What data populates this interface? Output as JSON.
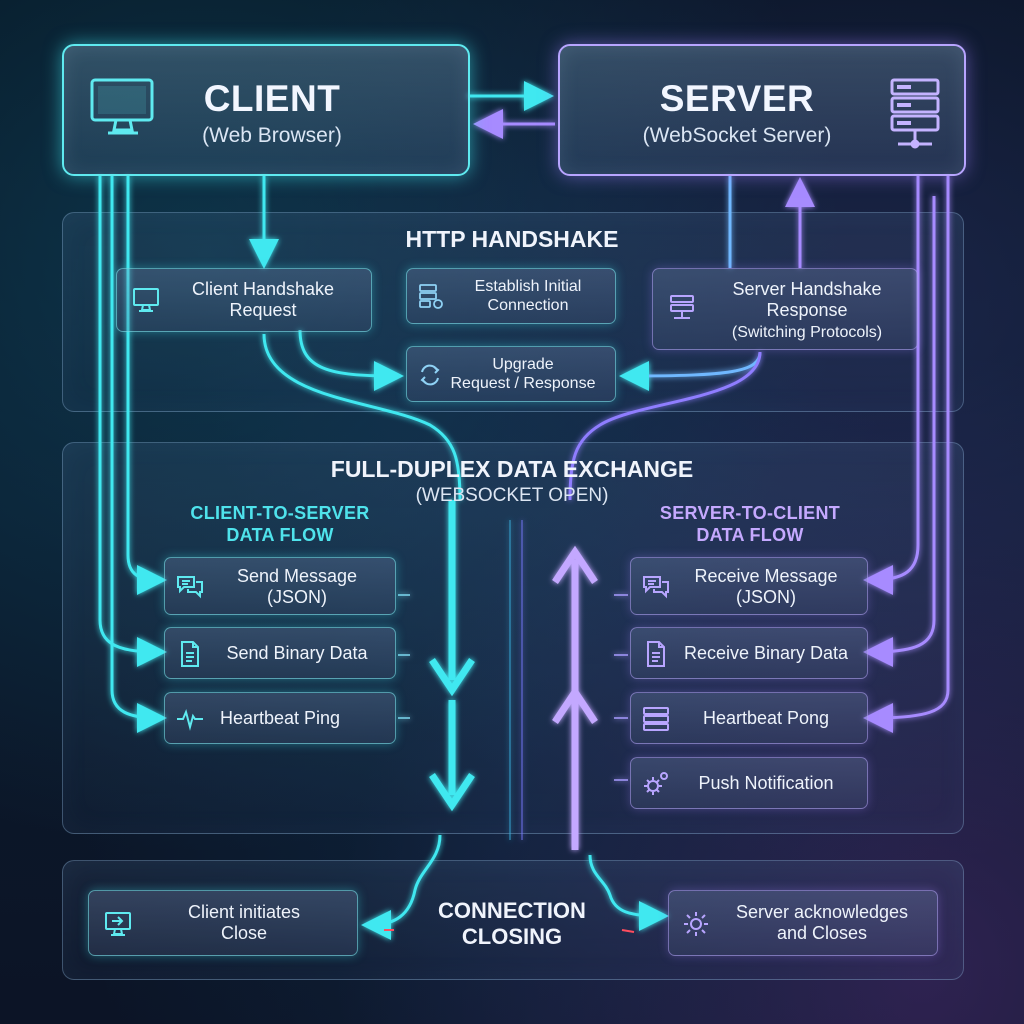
{
  "client": {
    "title": "CLIENT",
    "subtitle": "(Web Browser)"
  },
  "server": {
    "title": "SERVER",
    "subtitle": "(WebSocket Server)"
  },
  "handshake": {
    "title": "HTTP HANDSHAKE",
    "client_request": "Client Handshake\nRequest",
    "establish": "Establish Initial\nConnection",
    "server_response_line1": "Server Handshake\nResponse",
    "server_response_line2": "(Switching Protocols)",
    "upgrade": "Upgrade\nRequest / Response"
  },
  "exchange": {
    "title": "FULL-DUPLEX DATA EXCHANGE",
    "subtitle": "(WEBSOCKET OPEN)",
    "c2s_title": "CLIENT-TO-SERVER\nDATA FLOW",
    "s2c_title": "SERVER-TO-CLIENT\nDATA FLOW",
    "c2s_items": [
      "Send Message\n(JSON)",
      "Send Binary Data",
      "Heartbeat Ping"
    ],
    "s2c_items": [
      "Receive Message\n(JSON)",
      "Receive Binary Data",
      "Heartbeat Pong",
      "Push Notification"
    ]
  },
  "closing": {
    "title": "CONNECTION\nCLOSING",
    "client_close": "Client initiates\nClose",
    "server_close": "Server acknowledges\nand Closes"
  },
  "colors": {
    "cyan": "#40e8f0",
    "violet": "#a78bff",
    "red_accent": "#ff4d5e"
  },
  "icons": {
    "client": "monitor-icon",
    "server": "server-rack-icon",
    "message": "chat-bubbles-icon",
    "binary": "document-icon",
    "ping": "pulse-icon",
    "gear": "gear-icon",
    "refresh": "refresh-arrows-icon",
    "close": "arrow-to-monitor-icon"
  }
}
